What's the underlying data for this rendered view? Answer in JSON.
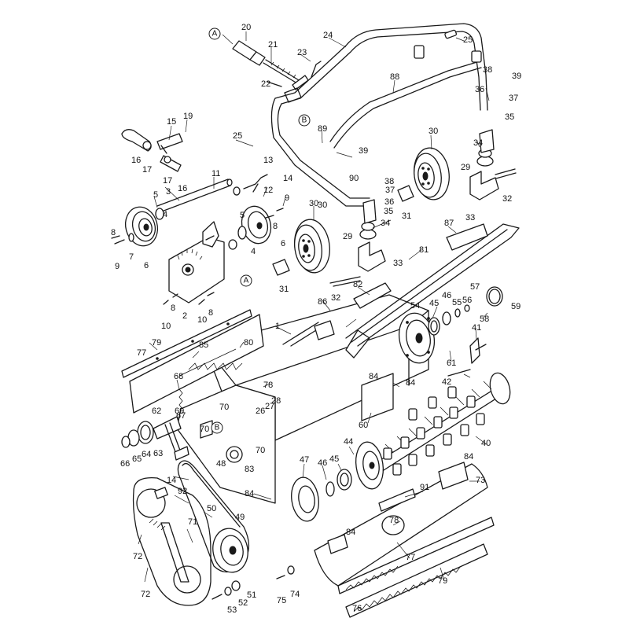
{
  "callouts": [
    "A",
    "B",
    "A",
    "B"
  ],
  "labels": [
    "1",
    "2",
    "3",
    "4",
    "4",
    "5",
    "5",
    "6",
    "6",
    "7",
    "8",
    "8",
    "8",
    "8",
    "9",
    "9",
    "10",
    "10",
    "11",
    "12",
    "13",
    "14",
    "14",
    "15",
    "16",
    "16",
    "17",
    "17",
    "19",
    "20",
    "21",
    "22",
    "23",
    "24",
    "25",
    "25",
    "26",
    "27",
    "28",
    "29",
    "29",
    "30",
    "30",
    "30",
    "31",
    "31",
    "32",
    "32",
    "33",
    "33",
    "34",
    "34",
    "35",
    "35",
    "36",
    "36",
    "37",
    "37",
    "38",
    "38",
    "39",
    "39",
    "40",
    "41",
    "42",
    "44",
    "45",
    "45",
    "46",
    "46",
    "47",
    "48",
    "49",
    "50",
    "51",
    "52",
    "53",
    "54",
    "55",
    "56",
    "57",
    "58",
    "59",
    "60",
    "61",
    "62",
    "63",
    "64",
    "65",
    "66",
    "67",
    "68",
    "69",
    "70",
    "70",
    "70",
    "71",
    "72",
    "72",
    "73",
    "74",
    "75",
    "76",
    "77",
    "77",
    "78",
    "78",
    "79",
    "79",
    "80",
    "81",
    "82",
    "83",
    "84",
    "84",
    "84",
    "84",
    "84",
    "85",
    "86",
    "87",
    "88",
    "89",
    "90",
    "91",
    "92"
  ]
}
